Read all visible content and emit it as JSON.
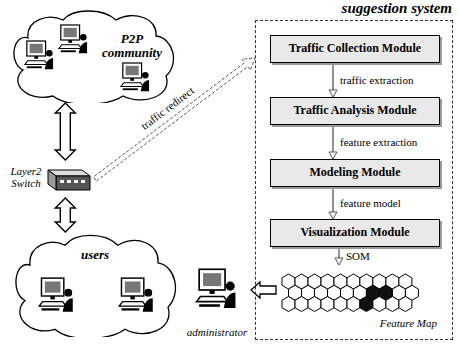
{
  "diagram": {
    "nodes": [
      {
        "text": [
          "P2P community"
        ]
      },
      {
        "text": [
          "Layer2 Switch"
        ]
      },
      {
        "text": [
          "users"
        ]
      },
      {
        "text": [
          "suggestion system"
        ]
      },
      {
        "text": [
          "Traffic Collection Module"
        ],
        "in": 3
      },
      {
        "text": [
          "Traffic Analysis Module"
        ],
        "in": 3
      },
      {
        "text": [
          "Modeling Module"
        ],
        "in": 3
      },
      {
        "text": [
          "Visualization Module"
        ],
        "in": 3
      },
      {
        "text": [
          "Feature Map"
        ],
        "in": 3
      },
      {
        "text": [
          "administrator"
        ]
      }
    ],
    "edges": [
      {
        "from": 0,
        "to": 1,
        "arrow": "both"
      },
      {
        "from": 1,
        "to": 2,
        "arrow": "both"
      },
      {
        "from": 1,
        "to": 3,
        "label": "traffic redirect",
        "arrow": "to"
      },
      {
        "from": 4,
        "to": 5,
        "label": "traffic extraction",
        "arrow": "to"
      },
      {
        "from": 5,
        "to": 6,
        "label": "feature extraction",
        "arrow": "to"
      },
      {
        "from": 6,
        "to": 7,
        "label": "feature model",
        "arrow": "to"
      },
      {
        "from": 7,
        "to": 8,
        "label": "SOM",
        "arrow": "to"
      },
      {
        "from": 8,
        "to": 9,
        "arrow": "to"
      }
    ]
  }
}
